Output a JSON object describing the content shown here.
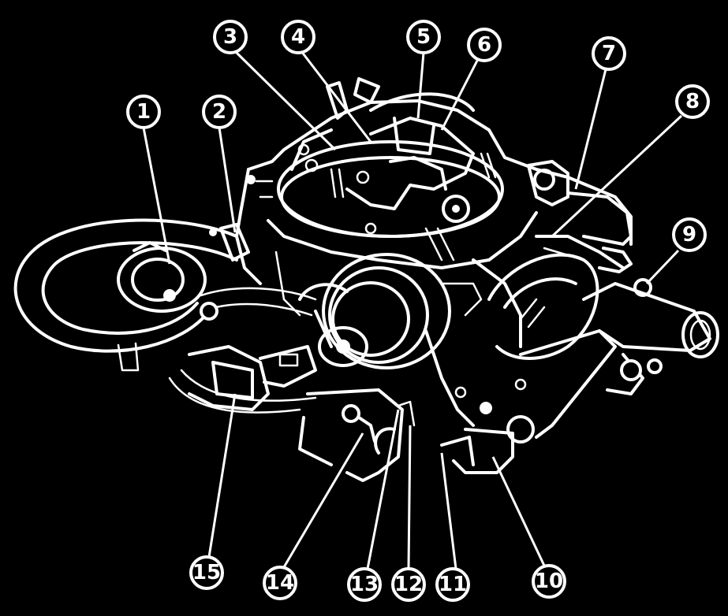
{
  "diagram": {
    "callouts": [
      {
        "label": "1"
      },
      {
        "label": "2"
      },
      {
        "label": "3"
      },
      {
        "label": "4"
      },
      {
        "label": "5"
      },
      {
        "label": "6"
      },
      {
        "label": "7"
      },
      {
        "label": "8"
      },
      {
        "label": "9"
      },
      {
        "label": "10"
      },
      {
        "label": "11"
      },
      {
        "label": "12"
      },
      {
        "label": "13"
      },
      {
        "label": "14"
      },
      {
        "label": "15"
      }
    ],
    "colors": {
      "background": "#000000",
      "linework": "#ffffff"
    }
  }
}
